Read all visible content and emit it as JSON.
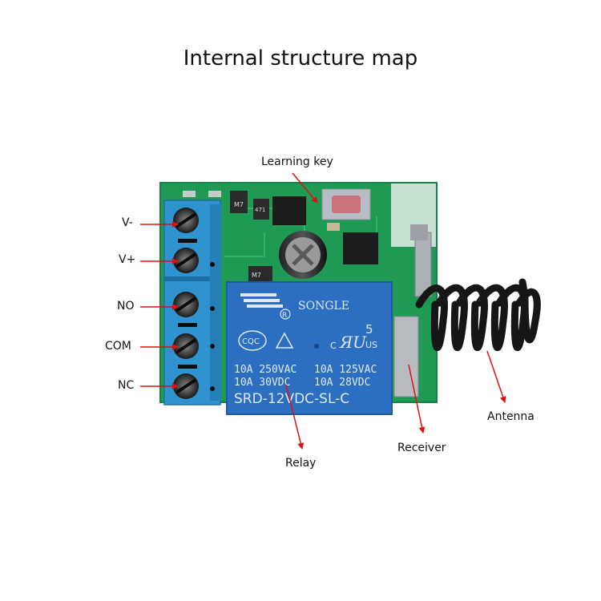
{
  "title": "Internal structure map",
  "labels": {
    "learning_key": "Learning key",
    "v_minus": "V-",
    "v_plus": "V+",
    "no": "NO",
    "com": "COM",
    "nc": "NC",
    "relay": "Relay",
    "receiver": "Receiver",
    "antenna": "Antenna"
  },
  "relay_text": {
    "brand": "SONGLE",
    "number": "5",
    "us": "US",
    "c": "C",
    "cqc": "CQC",
    "r": "R",
    "line1_left": "10A 250VAC",
    "line1_right": "10A 125VAC",
    "line2_left": "10A  30VDC",
    "line2_right": "10A  28VDC",
    "model": "SRD-12VDC-SL-C"
  },
  "pcb_marks": {
    "m7a": "M7",
    "m7b": "M7",
    "r471": "471"
  },
  "colors": {
    "pcb": "#1f9a55",
    "terminal": "#2f93cf",
    "relay": "#2c6fc0",
    "arrow": "#e01010",
    "antenna": "#161616"
  }
}
